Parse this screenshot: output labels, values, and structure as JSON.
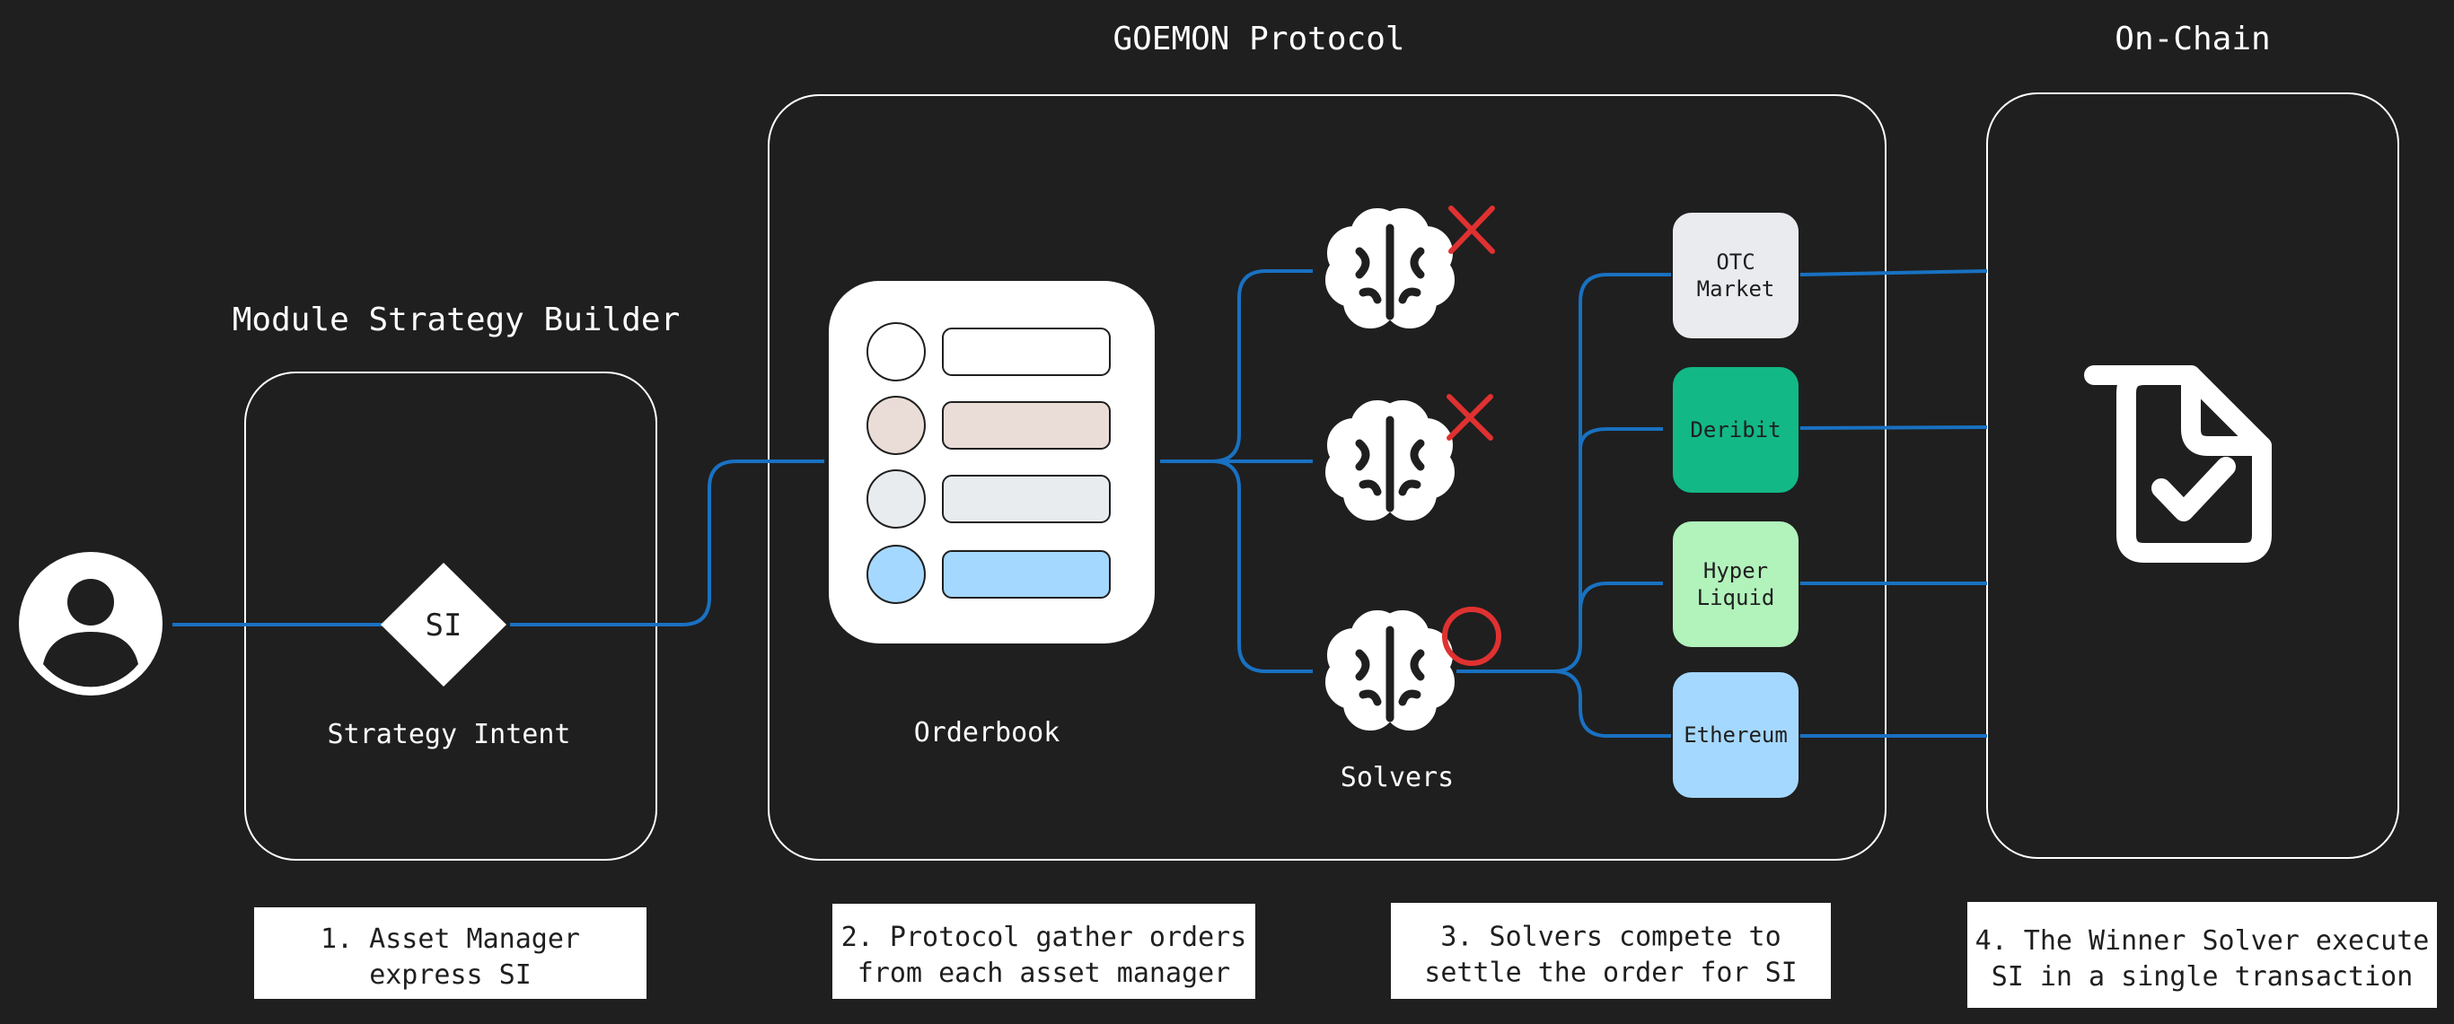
{
  "titles": {
    "builder": "Module Strategy Builder",
    "protocol": "GOEMON Protocol",
    "onchain": "On-Chain"
  },
  "labels": {
    "si": "SI",
    "strategy_intent": "Strategy Intent",
    "orderbook": "Orderbook",
    "solvers": "Solvers"
  },
  "venues": [
    {
      "lines": [
        "OTC",
        "Market"
      ],
      "fill": "#e9ebef"
    },
    {
      "lines": [
        "Deribit"
      ],
      "fill": "#12b886"
    },
    {
      "lines": [
        "Hyper",
        "Liquid"
      ],
      "fill": "#b2f2bb"
    },
    {
      "lines": [
        "Ethereum"
      ],
      "fill": "#a5d8ff"
    }
  ],
  "orderbook_rows": [
    {
      "fill": "#ffffff"
    },
    {
      "fill": "#eaddd7"
    },
    {
      "fill": "#e9ecef"
    },
    {
      "fill": "#a5d8ff"
    }
  ],
  "steps": [
    {
      "line1": "1. Asset Manager",
      "line2": "express SI"
    },
    {
      "line1": "2. Protocol gather orders",
      "line2": "from each asset manager"
    },
    {
      "line1": "3. Solvers compete to",
      "line2": "settle the order for SI"
    },
    {
      "line1": "4. The Winner Solver execute",
      "line2": "SI in a single transaction"
    }
  ],
  "colors": {
    "background": "#1f1f1f",
    "connector": "#1971c2",
    "reject": "#e03131",
    "foreground": "#ffffff"
  },
  "icons": {
    "user": "user-avatar-icon",
    "brain": "brain-icon",
    "reject": "x-mark-icon",
    "winner": "circle-mark-icon",
    "document": "document-check-icon"
  }
}
